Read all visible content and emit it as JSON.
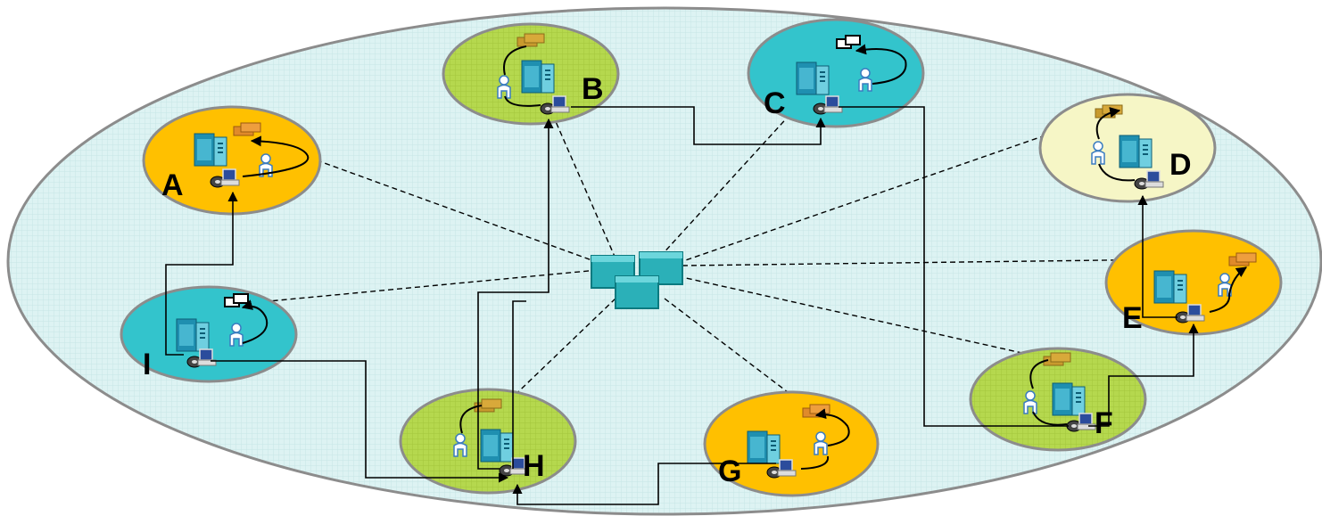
{
  "diagram": {
    "nodes": [
      {
        "id": "A",
        "label": "A",
        "color_name": "orange",
        "fill": "#FFC000"
      },
      {
        "id": "B",
        "label": "B",
        "color_name": "lime",
        "fill": "#B5D84E"
      },
      {
        "id": "C",
        "label": "C",
        "color_name": "teal",
        "fill": "#33C4CC"
      },
      {
        "id": "D",
        "label": "D",
        "color_name": "pale-yellow",
        "fill": "#F6F6C6"
      },
      {
        "id": "E",
        "label": "E",
        "color_name": "orange",
        "fill": "#FFC000"
      },
      {
        "id": "F",
        "label": "F",
        "color_name": "lime",
        "fill": "#B5D84E"
      },
      {
        "id": "G",
        "label": "G",
        "color_name": "orange",
        "fill": "#FFC000"
      },
      {
        "id": "H",
        "label": "H",
        "color_name": "lime",
        "fill": "#B5D84E"
      },
      {
        "id": "I",
        "label": "I",
        "color_name": "teal",
        "fill": "#33C4CC"
      }
    ],
    "hub": {
      "name": "central-server-cluster-icon"
    },
    "dashed_links_from_hub": [
      "A",
      "B",
      "C",
      "D",
      "E",
      "F",
      "G",
      "H",
      "I"
    ],
    "solid_flow": [
      {
        "from": "I",
        "to": "A"
      },
      {
        "from": "I",
        "to": "H"
      },
      {
        "from": "H",
        "to": "B"
      },
      {
        "from": "B",
        "to": "C"
      },
      {
        "from": "C",
        "to": "F"
      },
      {
        "from": "G",
        "to": "H"
      },
      {
        "from": "F",
        "to": "E"
      },
      {
        "from": "E",
        "to": "D"
      }
    ],
    "colors": {
      "outer_fill": "#DDF3F3",
      "outer_border": "#8C8C8C",
      "node_border": "#8C8C8C",
      "link": "#000000"
    }
  }
}
